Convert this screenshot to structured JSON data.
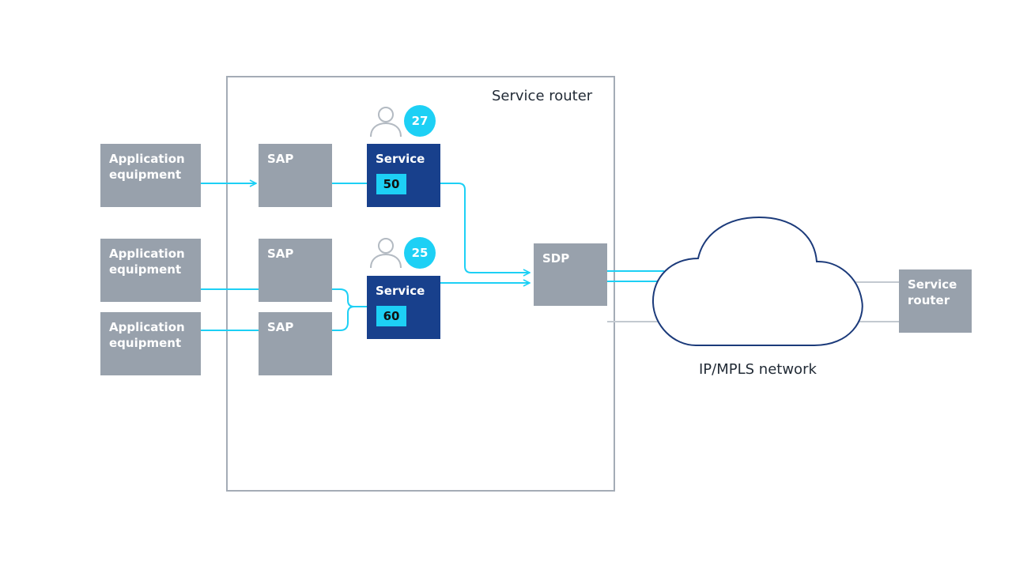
{
  "colors": {
    "gray": "#98a1ac",
    "navy": "#18408c",
    "cyan": "#1dd0f5",
    "cloud_stroke": "#1b3a7a",
    "frame": "#a4acb6",
    "link_gray": "#c3c9d0",
    "person": "#b3bac2"
  },
  "router_frame": {
    "title": "Service router"
  },
  "app_equipment": [
    {
      "label": "Application equipment"
    },
    {
      "label": "Application equipment"
    },
    {
      "label": "Application equipment"
    }
  ],
  "saps": [
    {
      "label": "SAP"
    },
    {
      "label": "SAP"
    },
    {
      "label": "SAP"
    }
  ],
  "services": [
    {
      "label": "Service",
      "id": "50",
      "customer_count": "27",
      "customer_icon": "person-icon"
    },
    {
      "label": "Service",
      "id": "60",
      "customer_count": "25",
      "customer_icon": "person-icon"
    }
  ],
  "sdp": {
    "label": "SDP"
  },
  "network": {
    "label": "IP/MPLS network",
    "icon": "cloud-icon"
  },
  "remote_router": {
    "label": "Service router"
  }
}
